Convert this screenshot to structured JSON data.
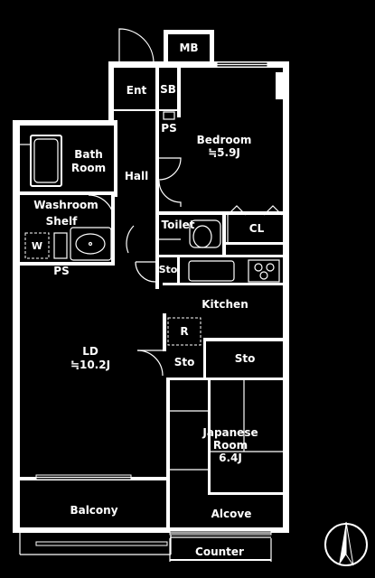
{
  "rooms": {
    "mb": "MB",
    "ent": "Ent",
    "sb": "SB",
    "ps_top": "PS",
    "bedroom": "Bedroom",
    "bedroom_size": "≒5.9J",
    "bath_line1": "Bath",
    "bath_line2": "Room",
    "hall": "Hall",
    "washroom": "Washroom",
    "shelf": "Shelf",
    "washer": "W",
    "ps_left": "PS",
    "toilet": "Toilet",
    "cl": "CL",
    "sto_small": "Sto",
    "kitchen": "Kitchen",
    "refrigerator": "R",
    "ld": "LD",
    "ld_size": "≒10.2J",
    "sto_left": "Sto",
    "sto_right": "Sto",
    "japanese_line1": "Japanese",
    "japanese_line2": "Room",
    "japanese_size": "6.4J",
    "balcony": "Balcony",
    "alcove": "Alcove",
    "counter": "Counter"
  }
}
